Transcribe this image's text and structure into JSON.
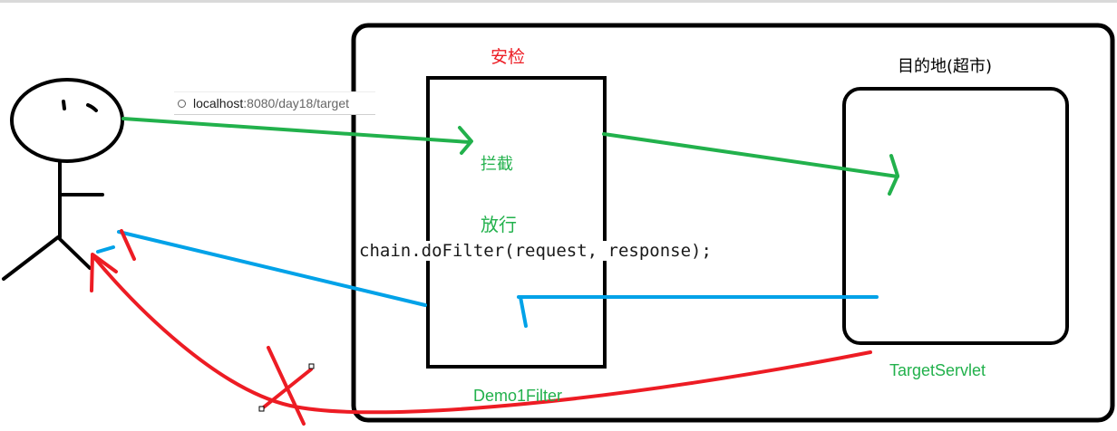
{
  "labels": {
    "security_check": "安检",
    "intercept": "拦截",
    "release": "放行",
    "destination": "目的地(超市)",
    "target_servlet": "TargetServlet",
    "filter_name": "Demo1Filter"
  },
  "url_bar": {
    "host": "localhost",
    "path": ":8080/day18/target"
  },
  "code": "chain.doFilter(request, response);",
  "colors": {
    "outline": "#000000",
    "request_arrow": "#22b14c",
    "response_arrow": "#00a2e8",
    "blocked_arrow": "#ed1c24",
    "label_red": "#ed1c24",
    "label_green": "#22b14c",
    "label_black": "#000000"
  }
}
